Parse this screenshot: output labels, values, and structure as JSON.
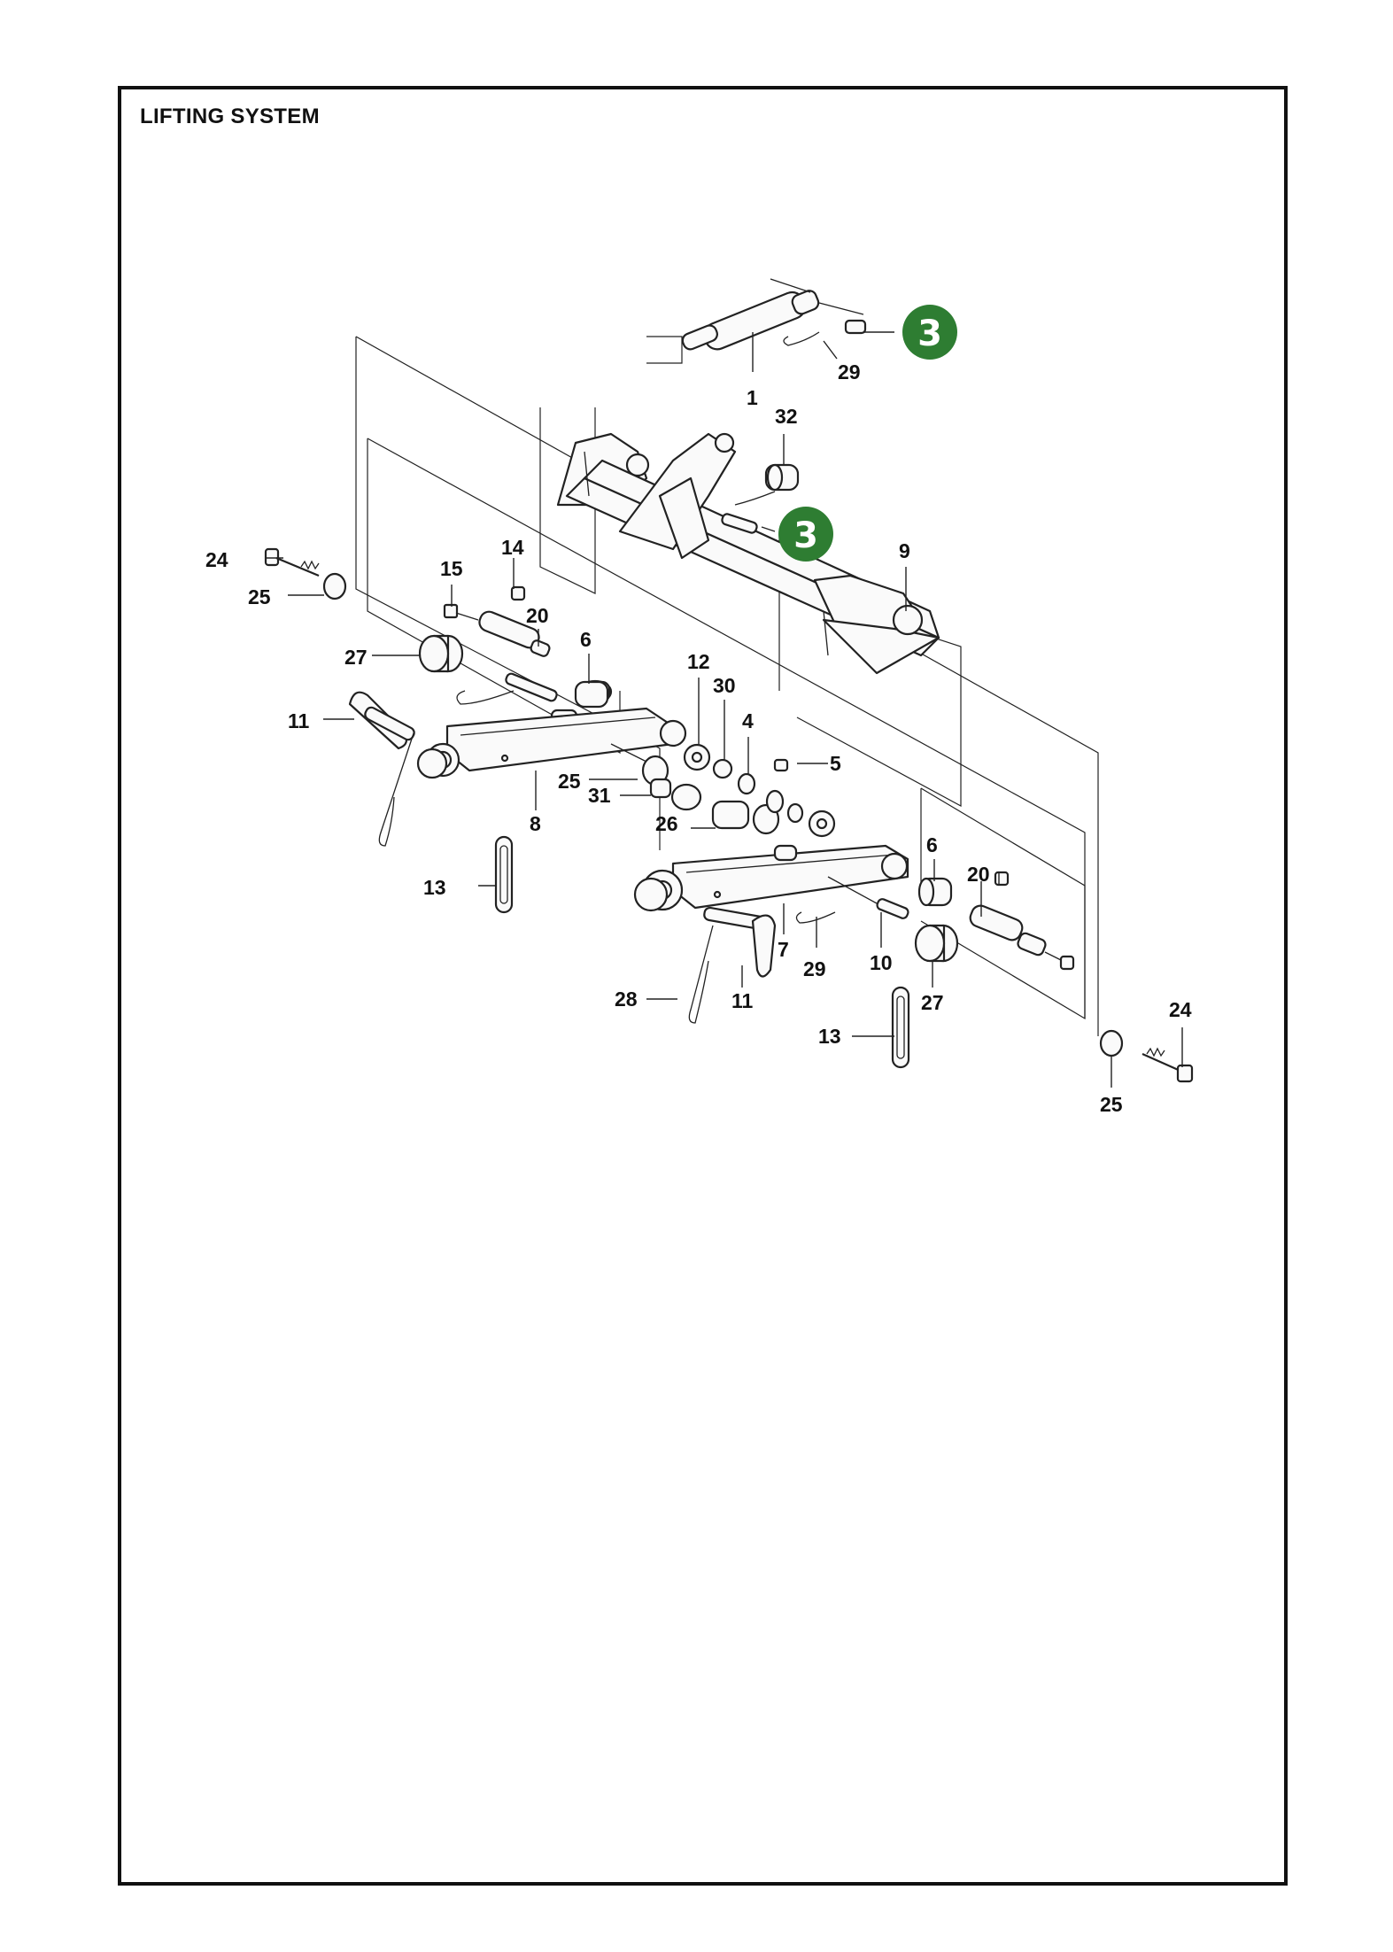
{
  "title": "LIFTING SYSTEM",
  "badge": {
    "text": "3",
    "color": "#2e7d32"
  },
  "callouts": {
    "c1": "1",
    "c29a": "29",
    "c32": "32",
    "c9": "9",
    "c14": "14",
    "c15": "15",
    "c20a": "20",
    "c6a": "6",
    "c24a": "24",
    "c25a": "25",
    "c27a": "27",
    "c11a": "11",
    "c12": "12",
    "c30": "30",
    "c4": "4",
    "c5": "5",
    "c25b": "25",
    "c31": "31",
    "c8": "8",
    "c26": "26",
    "c13a": "13",
    "c6b": "6",
    "c20b": "20",
    "c7": "7",
    "c29b": "29",
    "c10": "10",
    "c27b": "27",
    "c28": "28",
    "c11b": "11",
    "c13b": "13",
    "c24b": "24",
    "c25c": "25"
  }
}
